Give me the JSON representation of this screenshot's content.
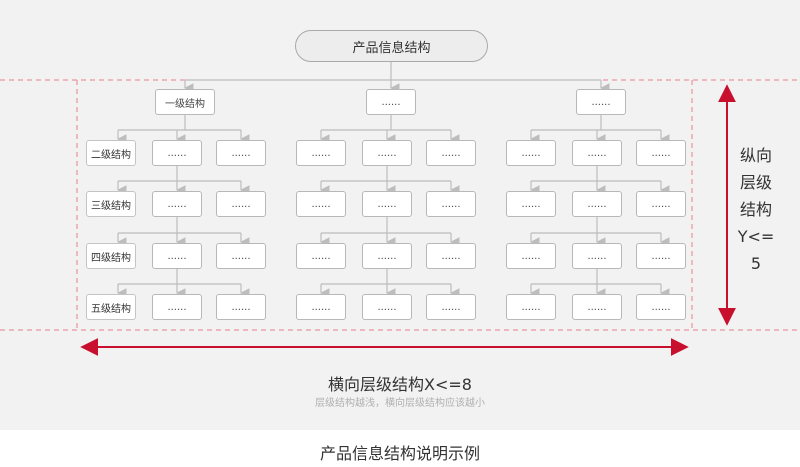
{
  "root": {
    "label": "产品信息结构"
  },
  "level1": {
    "label": "一级结构",
    "placeholder": "......"
  },
  "levels": [
    "二级结构",
    "三级结构",
    "四级结构",
    "五级结构"
  ],
  "node_placeholder": "......",
  "y_axis": {
    "lines": [
      "纵向",
      "层级",
      "结构",
      "Y<=",
      "5"
    ]
  },
  "x_axis": {
    "title": "横向层级结构X<=8",
    "subtitle": "层级结构越浅，横向层级结构应该越小"
  },
  "caption": "产品信息结构说明示例",
  "colors": {
    "guide": "#e6808a",
    "arrow": "#c8102e",
    "connector": "#bdbdbd",
    "panel": "#f2f2f2"
  }
}
